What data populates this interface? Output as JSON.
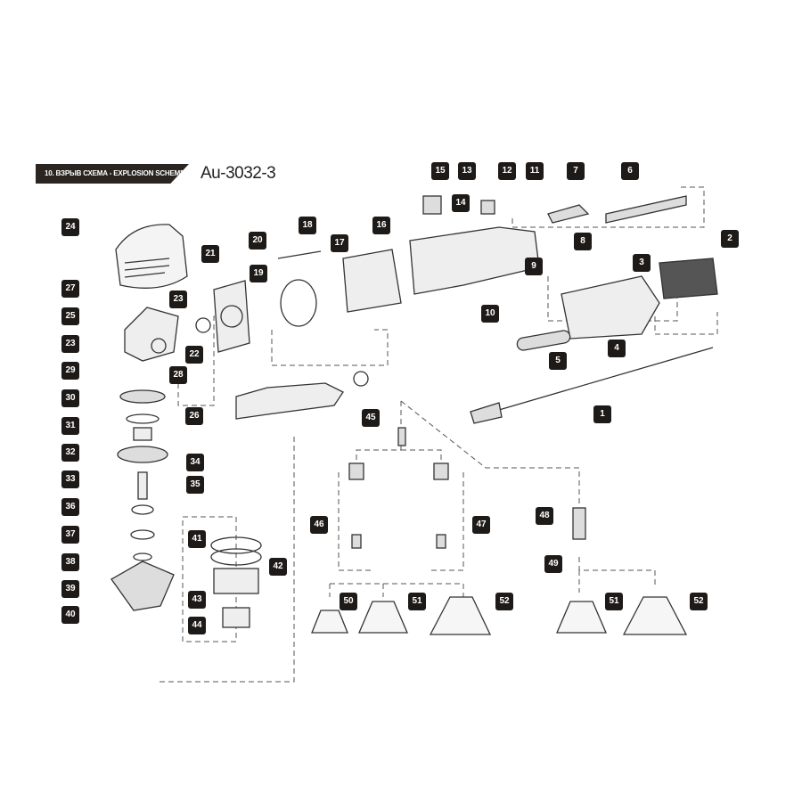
{
  "header": {
    "section_title": "10. ВЗРЫВ СХЕМА - EXPLOSION SCHEME",
    "model": "Au-3032-3"
  },
  "labels": [
    "15",
    "13",
    "12",
    "11",
    "7",
    "6",
    "24",
    "21",
    "20",
    "18",
    "17",
    "16",
    "2",
    "14",
    "8",
    "9",
    "3",
    "19",
    "27",
    "23",
    "10",
    "25",
    "22",
    "4",
    "5",
    "23",
    "28",
    "29",
    "30",
    "26",
    "1",
    "31",
    "45",
    "32",
    "34",
    "33",
    "35",
    "46",
    "47",
    "36",
    "37",
    "48",
    "41",
    "42",
    "38",
    "49",
    "39",
    "43",
    "50",
    "51",
    "52",
    "51",
    "52",
    "40",
    "44"
  ]
}
